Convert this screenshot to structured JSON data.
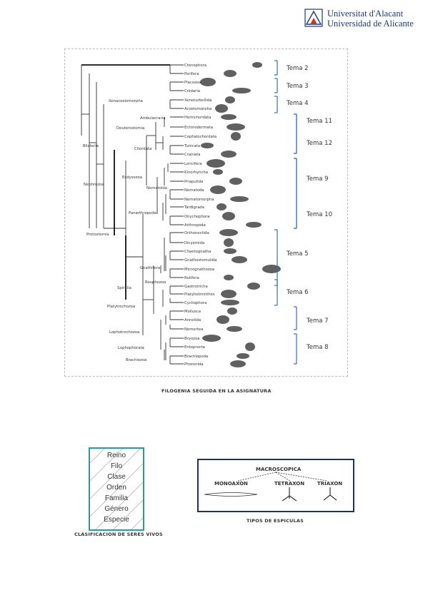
{
  "header": {
    "institution_line1": "Universitat d'Alacant",
    "institution_line2": "Universidad de Alicante",
    "brand_color": "#1d3b6e"
  },
  "phylogeny": {
    "caption": "FILOGENIA SEGUIDA EN LA ASIGNATURA",
    "leaves": [
      "Ctenophora",
      "Porifera",
      "Placozoa",
      "Cnidaria",
      "Xenoturbellida",
      "Acoelomorpha",
      "Hemichordata",
      "Echinodermata",
      "Cephalochordata",
      "Tunicata",
      "Craniata",
      "Loricifera",
      "Kinorhyncha",
      "Priapulida",
      "Nematoda",
      "Nematomorpha",
      "Tardigrada",
      "Onychophora",
      "Arthropoda",
      "Orthonectida",
      "Dicyemida",
      "Chaetognatha",
      "Gnathostomulida",
      "Micrognathozoa",
      "Rotifera",
      "Gastrotricha",
      "Platyhelminthes",
      "Cycliophora",
      "Mollusca",
      "Annelida",
      "Nemertea",
      "Bryozoa",
      "Entoprocta",
      "Brachiopoda",
      "Phoronida"
    ],
    "clades": [
      "Xenacoelomorpha",
      "Ambulacraria",
      "Deuterostomia",
      "Chordata",
      "Bilateria",
      "Ecdysozoa",
      "Nematoida",
      "Nephrozoa",
      "Panarthropoda",
      "Protostomia",
      "Gnathifera",
      "Rouphozoa",
      "Spiralia",
      "Platytrochozoa",
      "Lophotrochozoa",
      "Lophophorata",
      "Brachiozoa"
    ],
    "temas": [
      "Tema 2",
      "Tema 3",
      "Tema 4",
      "Tema 11",
      "Tema 12",
      "Tema 9",
      "Tema 10",
      "Tema 5",
      "Tema 6",
      "Tema 7",
      "Tema 8"
    ],
    "bracket_color": "#3a6fb0"
  },
  "classification": {
    "caption": "CLASIFICACION DE SERES VIVOS",
    "ranks": [
      "Reino",
      "Filo",
      "Clase",
      "Orden",
      "Familia",
      "Género",
      "Especie"
    ],
    "border_color": "#2a9a96"
  },
  "spicules": {
    "caption": "TIPOS DE ESPICULAS",
    "top": "MACROSCOPICA",
    "types": [
      "MONOAXON",
      "TETRAXON",
      "TRIAXON"
    ],
    "border_color": "#1d2f6e"
  }
}
